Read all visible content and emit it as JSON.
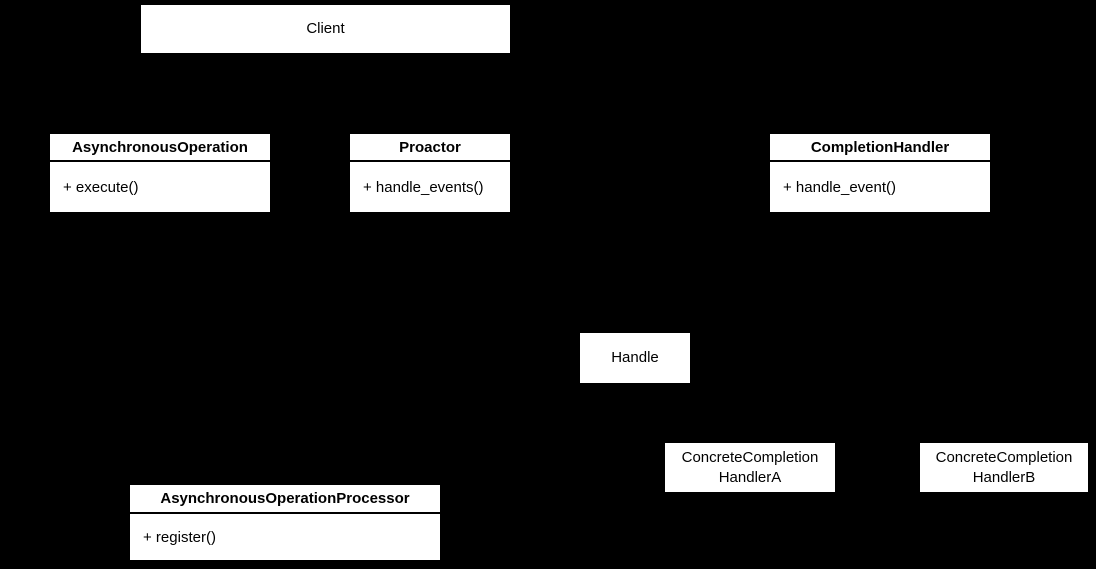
{
  "diagram": {
    "colors": {
      "background": "#000000",
      "box_fill": "#ffffff",
      "box_border": "#000000",
      "text": "#000000"
    },
    "nodes": {
      "client": {
        "label": "Client"
      },
      "asynchronous_operation": {
        "title": "AsynchronousOperation",
        "members": [
          "+ execute()"
        ]
      },
      "proactor": {
        "title": "Proactor",
        "members": [
          "+ handle_events()"
        ]
      },
      "completion_handler": {
        "title": "CompletionHandler",
        "members": [
          "+ handle_event()"
        ]
      },
      "handle": {
        "label": "Handle"
      },
      "concrete_completion_handler_a": {
        "label_line1": "ConcreteCompletion",
        "label_line2": "HandlerA"
      },
      "concrete_completion_handler_b": {
        "label_line1": "ConcreteCompletion",
        "label_line2": "HandlerB"
      },
      "asynchronous_operation_processor": {
        "title": "AsynchronousOperationProcessor",
        "members": [
          "+ register()"
        ]
      }
    }
  }
}
